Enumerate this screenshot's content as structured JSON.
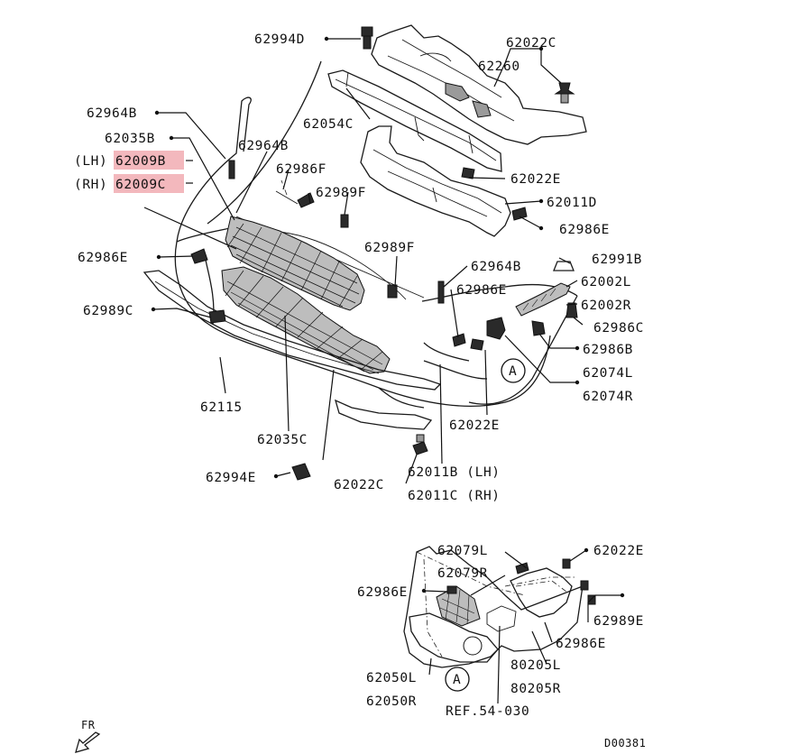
{
  "labels": {
    "p62994D": "62994D",
    "p62022C_top": "62022C",
    "p62260": "62260",
    "p62964B_1": "62964B",
    "p62054C": "62054C",
    "p62035B": "62035B",
    "p62964B_2": "62964B",
    "lh_prefix": "(LH)",
    "p62009B": "62009B",
    "rh_prefix": "(RH)",
    "p62009C": "62009C",
    "p62986F": "62986F",
    "p62022E_1": "62022E",
    "p62989F_1": "62989F",
    "p62011D": "62011D",
    "p62986E_1": "62986E",
    "p62989F_2": "62989F",
    "p62991B": "62991B",
    "p62986E_2": "62986E",
    "p62964B_3": "62964B",
    "p62002L": "62002L",
    "p62986E_3": "62986E",
    "p62002R": "62002R",
    "p62989C": "62989C",
    "p62986C": "62986C",
    "p62986B": "62986B",
    "p62074L": "62074L",
    "p62074R": "62074R",
    "p62115": "62115",
    "p62022E_2": "62022E",
    "p62035C": "62035C",
    "p62994E": "62994E",
    "p62022C_bottom": "62022C",
    "p62011B": "62011B (LH)",
    "p62011C": "62011C (RH)",
    "p62079L": "62079L",
    "p62022E_3": "62022E",
    "p62079R": "62079R",
    "p62986E_4": "62986E",
    "p62989E": "62989E",
    "p62986E_5": "62986E",
    "p80205L": "80205L",
    "p62050L": "62050L",
    "p80205R": "80205R",
    "p62050R": "62050R",
    "ref": "REF.54-030",
    "callout_a": "A",
    "fr": "FR",
    "diagram_code": "D00381"
  },
  "highlight_color": "#f3b8bd",
  "highlighted_parts": [
    "62009B",
    "62009C"
  ]
}
